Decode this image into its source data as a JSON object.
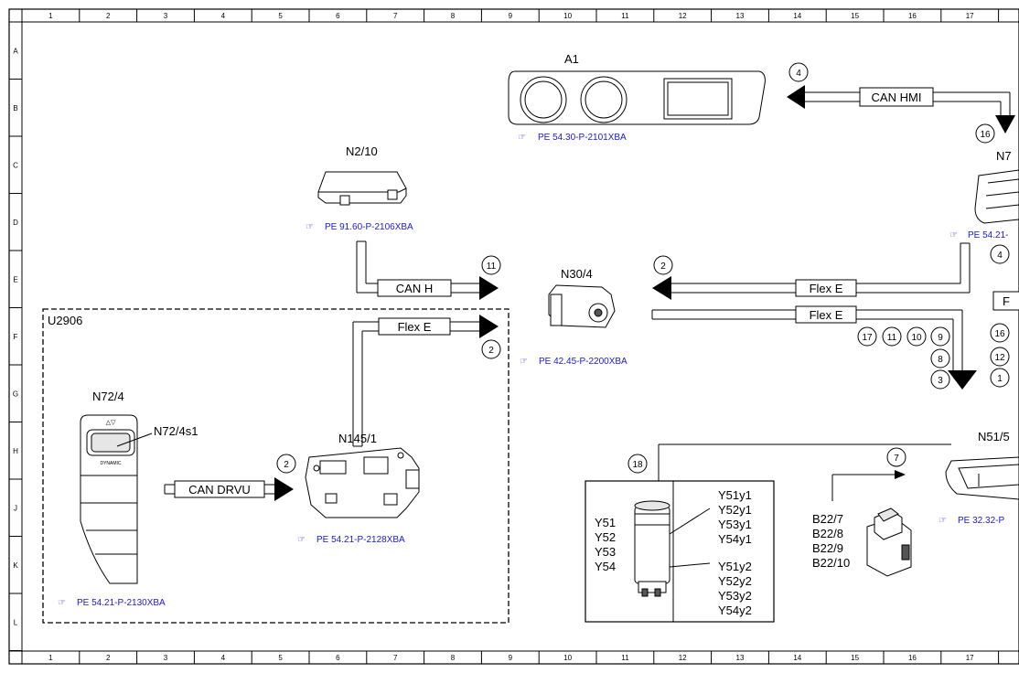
{
  "grid": {
    "columns": [
      "1",
      "2",
      "3",
      "4",
      "5",
      "6",
      "7",
      "8",
      "9",
      "10",
      "11",
      "12",
      "13",
      "14",
      "15",
      "16",
      "17"
    ],
    "rows": [
      "A",
      "B",
      "C",
      "D",
      "E",
      "F",
      "G",
      "H",
      "J",
      "K",
      "L"
    ]
  },
  "components": {
    "a1": {
      "label": "A1",
      "ref": "PE 54.30-P-2101XBA"
    },
    "n2_10": {
      "label": "N2/10",
      "ref": "PE 91.60-P-2106XBA"
    },
    "n30_4": {
      "label": "N30/4",
      "ref": "PE 42.45-P-2200XBA"
    },
    "u2906": {
      "label": "U2906"
    },
    "n72_4": {
      "label": "N72/4",
      "sub_label": "N72/4s1",
      "ref": "PE 54.21-P-2130XBA",
      "switch_text": "DYNAMIC"
    },
    "n145_1": {
      "label": "N145/1",
      "ref": "PE 54.21-P-2128XBA"
    },
    "n7": {
      "label": "N7",
      "ref": "PE 54.21-"
    },
    "n51_5": {
      "label": "N51/5",
      "ref": "PE 32.32-P"
    },
    "y51_group": {
      "labels": [
        "Y51",
        "Y52",
        "Y53",
        "Y54"
      ],
      "y1_labels": [
        "Y51y1",
        "Y52y1",
        "Y53y1",
        "Y54y1"
      ],
      "y2_labels": [
        "Y51y2",
        "Y52y2",
        "Y53y2",
        "Y54y2"
      ]
    },
    "b22_group": {
      "labels": [
        "B22/7",
        "B22/8",
        "B22/9",
        "B22/10"
      ]
    }
  },
  "buses": {
    "can_hmi": "CAN HMI",
    "can_h": "CAN H",
    "flex_e_top": "Flex E",
    "flex_e_bottom": "Flex E",
    "flex_e_u2906": "Flex E",
    "can_drvu": "CAN DRVU",
    "flex_e_right_partial": "F"
  },
  "circle_numbers": {
    "can_hmi": "4",
    "n7_top": "16",
    "right_4": "4",
    "right_16": "16",
    "right_12": "12",
    "right_1": "1",
    "can_h": "11",
    "flex_e_u2906": "2",
    "flex_e_top": "2",
    "can_drvu": "2",
    "list_17": "17",
    "list_11": "11",
    "list_10": "10",
    "list_9": "9",
    "list_8": "8",
    "list_3": "3",
    "n51_18": "18",
    "b22_7": "7"
  }
}
